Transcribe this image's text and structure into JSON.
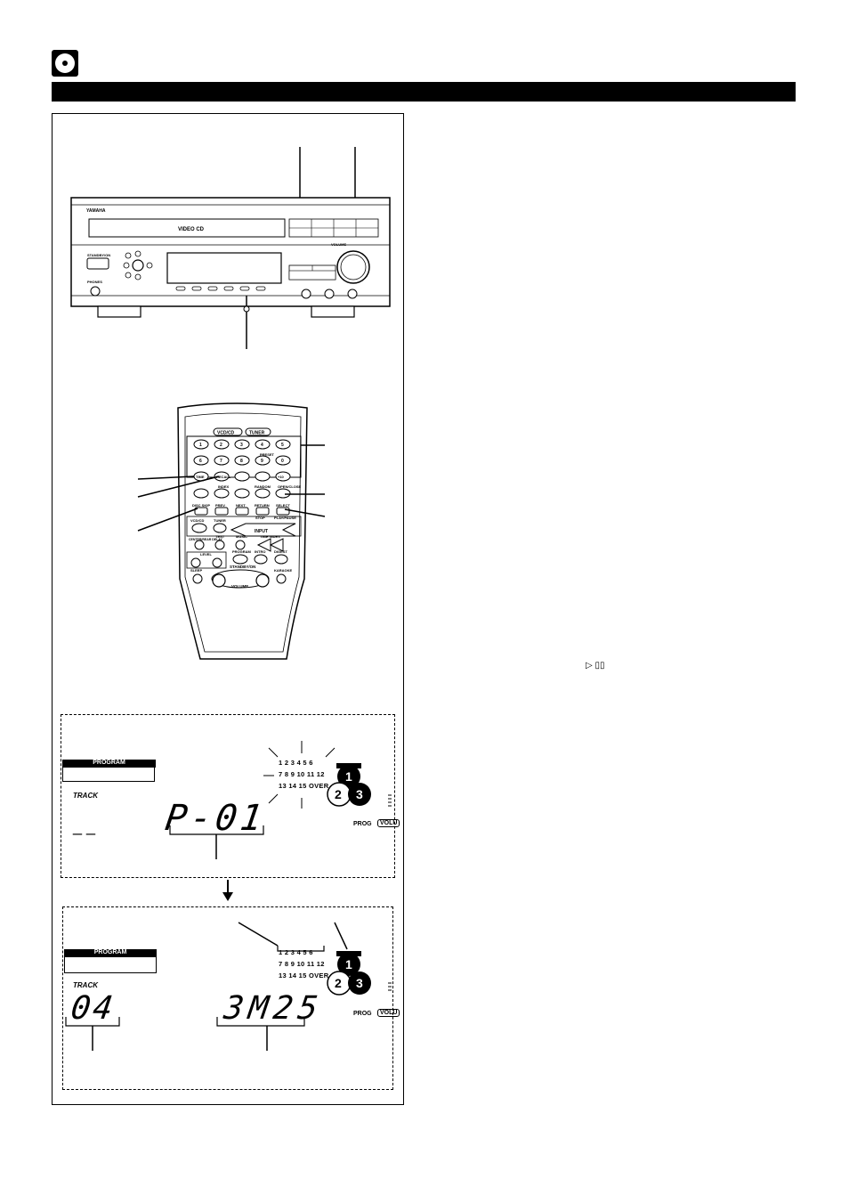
{
  "header": {
    "disc_icon": "disc-icon"
  },
  "receiver": {
    "brand": "YAMAHA",
    "display_label": "VIDEO CD",
    "standby_label": "STANDBY/ON",
    "phones_label": "PHONES",
    "volume_label": "VOLUME"
  },
  "remote": {
    "mode_buttons": [
      "VCD/CD",
      "TUNER"
    ],
    "number_row1": [
      "1",
      "2",
      "3",
      "4",
      "5"
    ],
    "number_row2": [
      "6",
      "7",
      "8",
      "9",
      "0"
    ],
    "preset_label": "PRESET",
    "row_labels": [
      "TIME",
      "RECALL",
      "+10"
    ],
    "index_label": "INDEX",
    "random_label": "RANDOM",
    "open_close_label": "OPEN/CLOSE",
    "disc_skip": "DISC SKIP",
    "prev": "PREV",
    "next": "NEXT",
    "return": "RETURN",
    "select": "SELECT",
    "stop": "STOP",
    "play_pause": "PLAY/PAUSE",
    "vcd_cd": "VCD/CD",
    "tuner": "TUNER",
    "input": "INPUT",
    "center_rear_delay": "CENTER/REAR DELAY",
    "test": "TEST",
    "music": "MUSIC",
    "time_index": "TIME INDEX",
    "level": "LEVEL",
    "program": "PROGRAM",
    "intro": "INTRO",
    "digest": "DIGEST",
    "sleep": "SLEEP",
    "standby_on": "STANDBY/ON",
    "karaoke": "KARAOKE",
    "volume": "VOLUME"
  },
  "play_pause_icons": "▷ ▯▯",
  "display1": {
    "program_label": "PROGRAM",
    "track_label": "TRACK",
    "track_digits": "_ _",
    "main_readout": "P-01",
    "grid_row1": "1 2 3 4 5 6",
    "grid_row2": "7 8 9 10 11 12",
    "grid_row3": "13 14 15 OVER",
    "disc_numbers": [
      "1",
      "2",
      "3"
    ],
    "prog_label": "PROG",
    "volume_label": "VOLU"
  },
  "display2": {
    "program_label": "PROGRAM",
    "track_label": "TRACK",
    "track_digits": "04",
    "main_readout": "3M25",
    "grid_row1": "1 2 3 4 5 6",
    "grid_row2": "7 8 9 10 11 12",
    "grid_row3": "13 14 15 OVER",
    "disc_numbers": [
      "1",
      "2",
      "3"
    ],
    "prog_label": "PROG",
    "volume_label": "VOLU"
  }
}
